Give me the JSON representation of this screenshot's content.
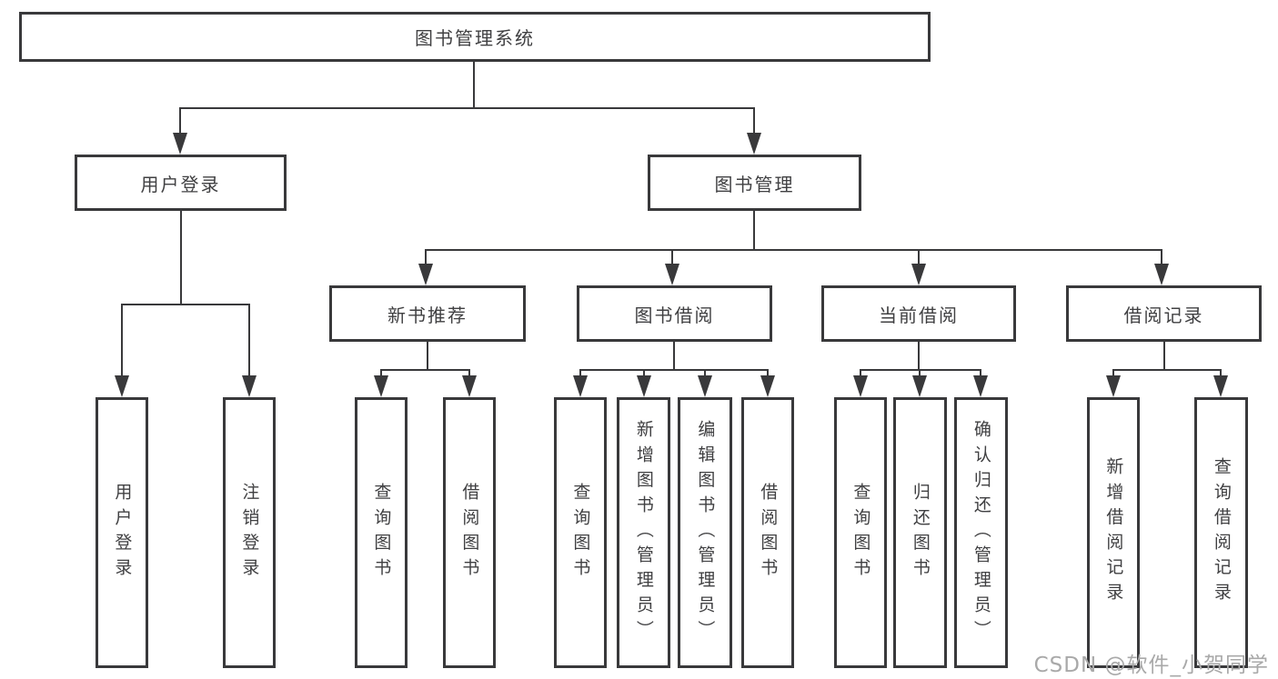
{
  "colors": {
    "line": "#39393b",
    "text": "#404042",
    "background": "#ffffff",
    "watermark": "#a9a9a9"
  },
  "watermark": {
    "text": "CSDN @软件_小贺同学"
  },
  "tree": {
    "label": "图书管理系统",
    "children": [
      {
        "label": "用户登录",
        "children": [
          {
            "label": "用户登录"
          },
          {
            "label": "注销登录"
          }
        ]
      },
      {
        "label": "图书管理",
        "children": [
          {
            "label": "新书推荐",
            "children": [
              {
                "label": "查询图书"
              },
              {
                "label": "借阅图书"
              }
            ]
          },
          {
            "label": "图书借阅",
            "children": [
              {
                "label": "查询图书"
              },
              {
                "label": "新增图书（管理员）"
              },
              {
                "label": "编辑图书（管理员）"
              },
              {
                "label": "借阅图书"
              }
            ]
          },
          {
            "label": "当前借阅",
            "children": [
              {
                "label": "查询图书"
              },
              {
                "label": "归还图书"
              },
              {
                "label": "确认归还（管理员）"
              }
            ]
          },
          {
            "label": "借阅记录",
            "children": [
              {
                "label": "新增借阅记录"
              },
              {
                "label": "查询借阅记录"
              }
            ]
          }
        ]
      }
    ]
  }
}
